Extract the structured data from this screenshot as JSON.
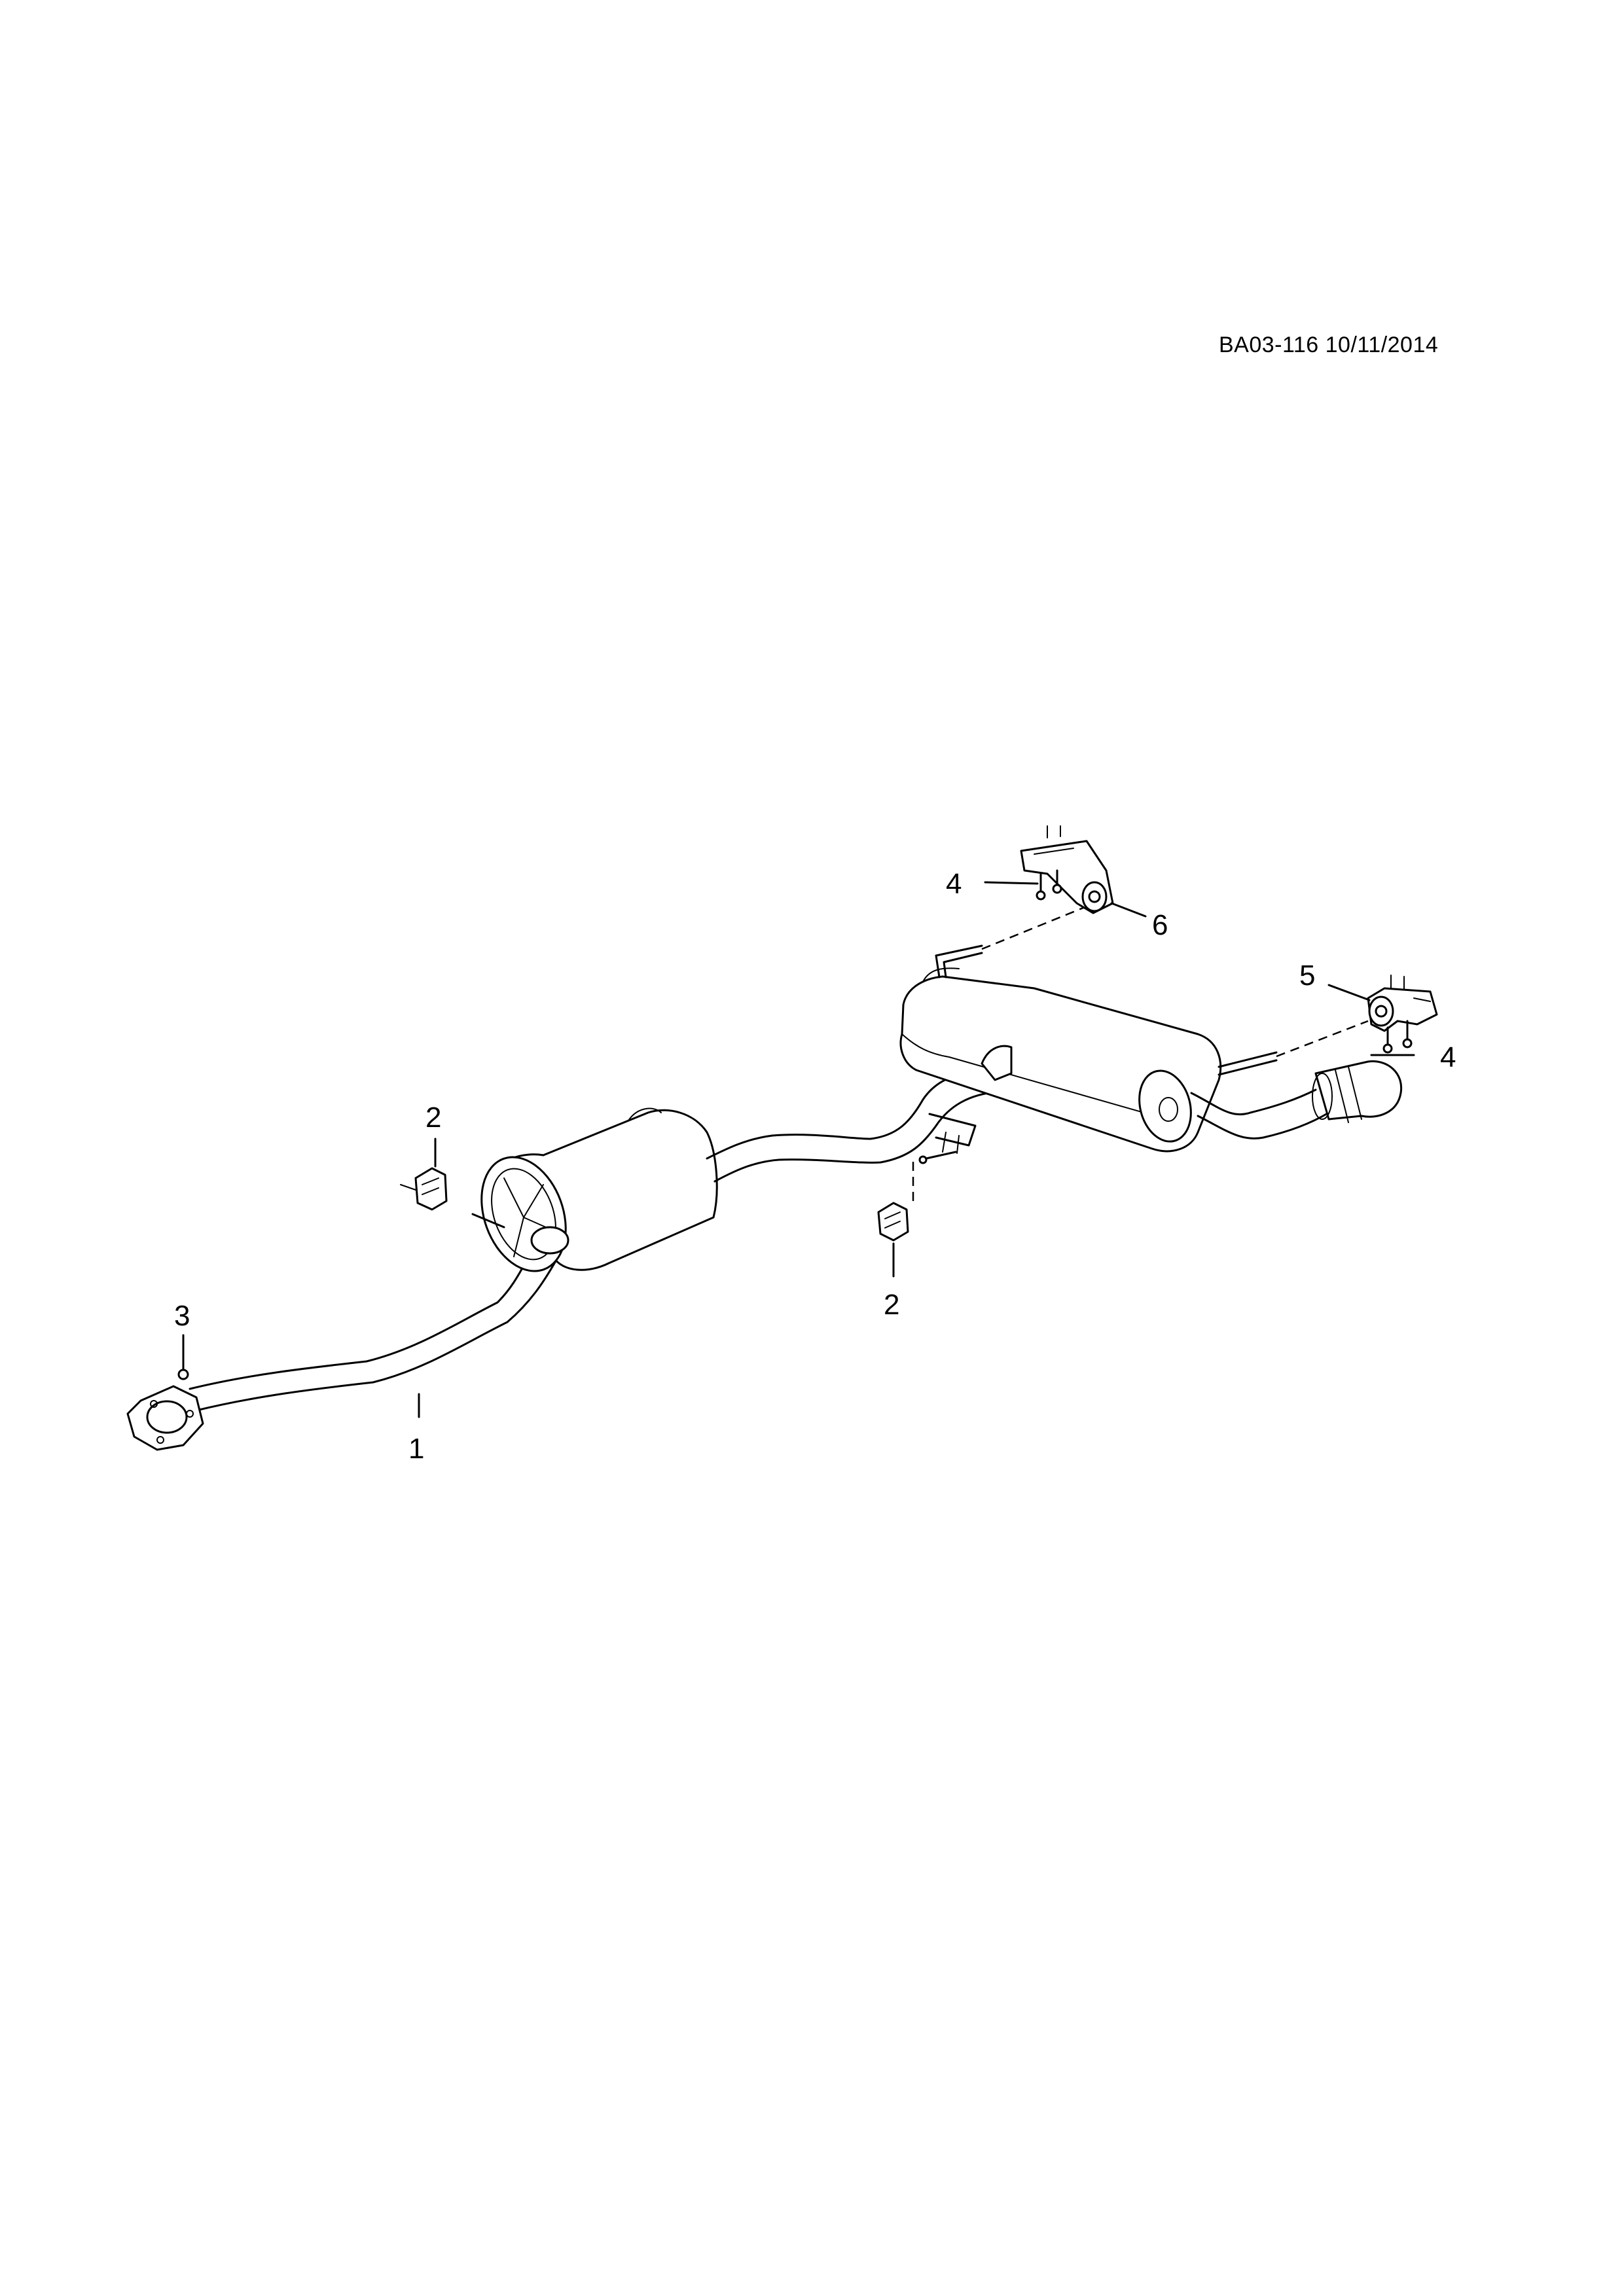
{
  "header": {
    "reference": "BA03-116 10/11/2014"
  },
  "callouts": [
    {
      "id": "c1",
      "label": "1"
    },
    {
      "id": "c2a",
      "label": "2"
    },
    {
      "id": "c2b",
      "label": "2"
    },
    {
      "id": "c3",
      "label": "3"
    },
    {
      "id": "c4a",
      "label": "4"
    },
    {
      "id": "c4b",
      "label": "4"
    },
    {
      "id": "c5",
      "label": "5"
    },
    {
      "id": "c6",
      "label": "6"
    }
  ]
}
